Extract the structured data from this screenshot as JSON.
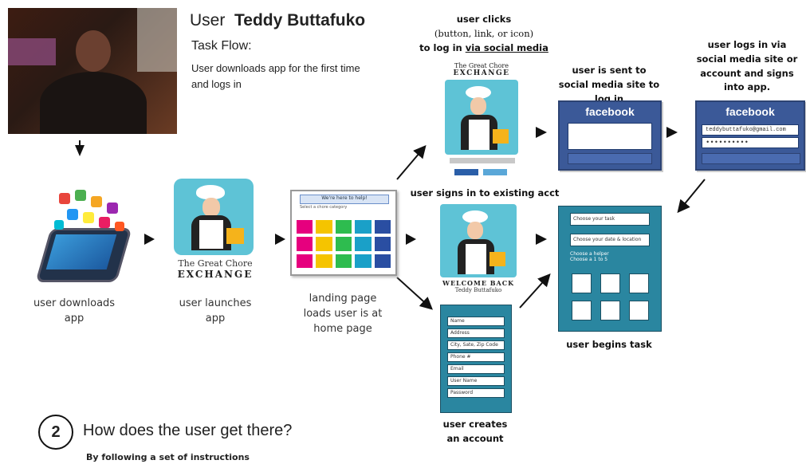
{
  "header": {
    "user_prefix": "User",
    "user_name": "Teddy Buttafuko",
    "task_flow_label": "Task Flow:",
    "task_flow_description": "User downloads app for the first time and logs in"
  },
  "steps": {
    "download": "user downloads app",
    "launch": "user launches app",
    "landing": "landing page loads user is at home page",
    "social_click": "user clicks (button, link, or icon) to log in via social media",
    "social_click_1": "user clicks",
    "social_click_2": "(button, link, or icon)",
    "social_click_3": "to log in",
    "social_click_4": "via social media",
    "sent_social": "user is sent to social media site to log in",
    "logs_in": "user logs in via social media site or account and signs into app.",
    "existing": "user signs in to existing acct",
    "creates": "user creates an account",
    "begins": "user begins task"
  },
  "brand": {
    "name_top": "The Great Chore",
    "name_bottom": "EXCHANGE",
    "welcome": "WELCOME BACK",
    "welcome_name": "Teddy Buttafuko"
  },
  "landing_mock": {
    "title": "We're here to help!",
    "subtitle": "Select a chore category"
  },
  "facebook": {
    "label": "facebook",
    "email": "teddybuttafuko@gmail.com",
    "password": "••••••••••"
  },
  "signup_form": {
    "fields": [
      "Name",
      "Address",
      "City, Sate, Zip Code",
      "Phone #",
      "Email",
      "User Name",
      "Password"
    ]
  },
  "task_screen": {
    "field1": "Choose your task",
    "field2": "Choose your date & location",
    "label": "Choose a helper",
    "label2": "Choose a 1 to 5"
  },
  "question": {
    "number": "2",
    "text": "How does the user get there?",
    "answer": "By following a set of instructions"
  },
  "colors": {
    "facebook_blue": "#3b5998",
    "teal": "#2a86a0",
    "chore_bg": "#5ec3d6"
  }
}
